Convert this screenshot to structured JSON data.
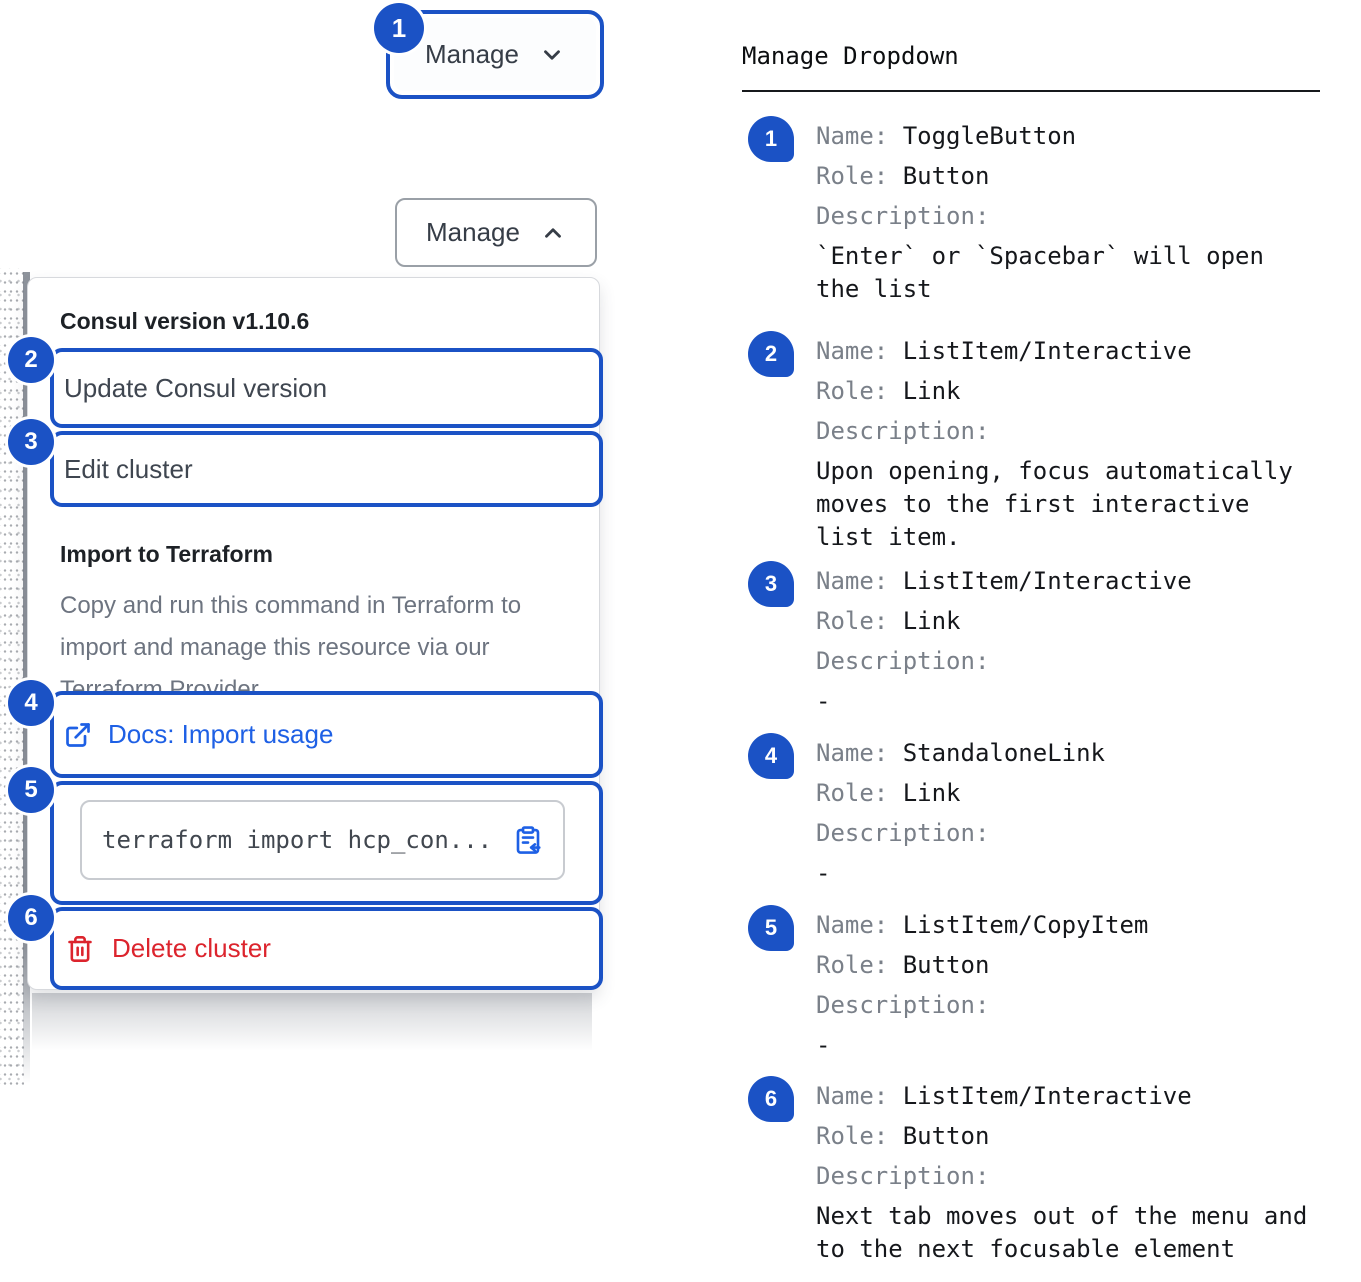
{
  "colors": {
    "accent_blue": "#1b52c5",
    "link_blue": "#1e60e5",
    "critical_red": "#dc242d"
  },
  "icons": {
    "toggle_closed": "chevron-down",
    "toggle_open": "chevron-up",
    "docs_link": "external-link",
    "copy_item": "clipboard-copy",
    "delete_item": "trash"
  },
  "left": {
    "toggle_closed": {
      "badge": "1",
      "label": "Manage"
    },
    "toggle_open": {
      "label": "Manage"
    },
    "dropdown": {
      "version_header": "Consul version v1.10.6",
      "update_item": {
        "badge": "2",
        "label": "Update Consul version"
      },
      "edit_item": {
        "badge": "3",
        "label": "Edit cluster"
      },
      "import_section": {
        "title": "Import to Terraform",
        "description": "Copy and run this command in Terraform to import and manage this resource via our Terraform Provider."
      },
      "docs_link": {
        "badge": "4",
        "label": "Docs: Import usage"
      },
      "copy_item": {
        "badge": "5",
        "code": "terraform import hcp_con..."
      },
      "delete_item": {
        "badge": "6",
        "label": "Delete cluster"
      }
    }
  },
  "right": {
    "title": "Manage Dropdown",
    "labels": {
      "name": "Name:",
      "role": "Role:",
      "description": "Description:"
    },
    "entries": [
      {
        "badge": "1",
        "name": "ToggleButton",
        "role": "Button",
        "description": "`Enter` or `Spacebar` will open the list"
      },
      {
        "badge": "2",
        "name": "ListItem/Interactive",
        "role": "Link",
        "description": "Upon opening, focus automatically moves to the first interactive list item."
      },
      {
        "badge": "3",
        "name": "ListItem/Interactive",
        "role": "Link",
        "description": "-"
      },
      {
        "badge": "4",
        "name": "StandaloneLink",
        "role": "Link",
        "description": "-"
      },
      {
        "badge": "5",
        "name": "ListItem/CopyItem",
        "role": "Button",
        "description": "-"
      },
      {
        "badge": "6",
        "name": "ListItem/Interactive",
        "role": "Button",
        "description": "Next tab moves out of the menu and to the next focusable element"
      }
    ]
  }
}
